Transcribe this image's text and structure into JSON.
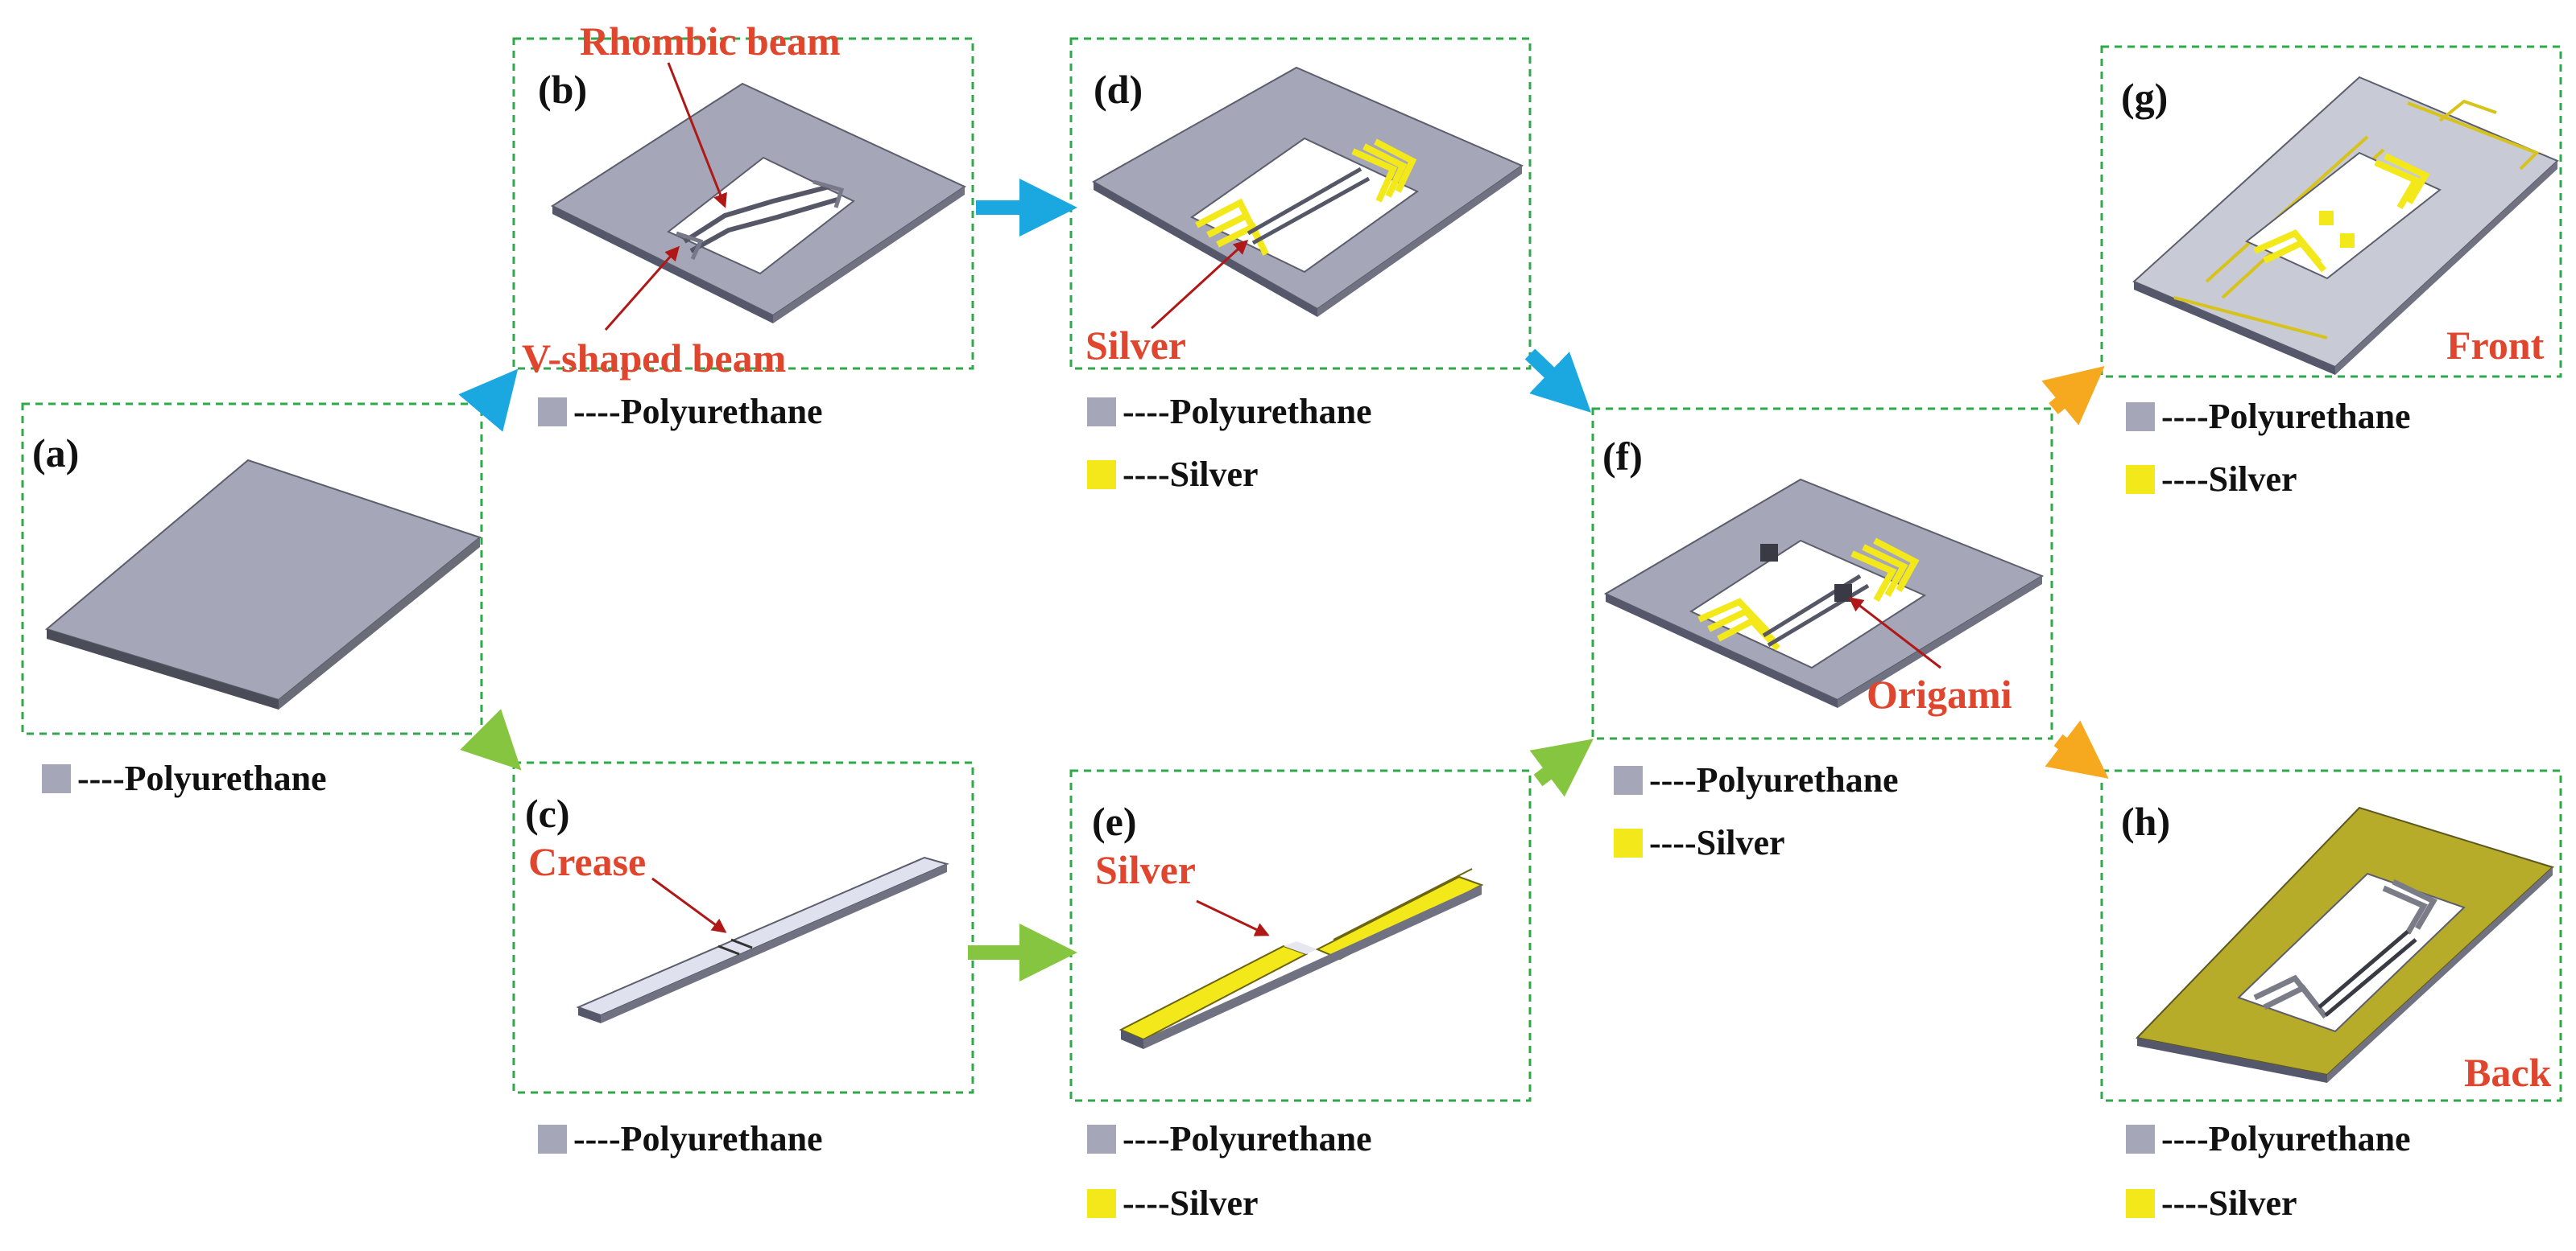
{
  "colors": {
    "polyurethane": "#a5a7b8",
    "silver": "#f3e81a",
    "annotation": "#e0452e",
    "frame": "#2fa84a",
    "arrow_blue": "#1ba8e0",
    "arrow_green": "#86c540",
    "arrow_orange": "#f6a91e"
  },
  "panels": {
    "a": {
      "label": "(a)"
    },
    "b": {
      "label": "(b)",
      "annotations": [
        "Rhombic beam",
        "V-shaped beam"
      ]
    },
    "c": {
      "label": "(c)",
      "annotations": [
        "Crease"
      ]
    },
    "d": {
      "label": "(d)",
      "annotations": [
        "Silver"
      ]
    },
    "e": {
      "label": "(e)",
      "annotations": [
        "Silver"
      ]
    },
    "f": {
      "label": "(f)",
      "annotations": [
        "Origami"
      ]
    },
    "g": {
      "label": "(g)",
      "annotations": [
        "Front"
      ]
    },
    "h": {
      "label": "(h)",
      "annotations": [
        "Back"
      ]
    }
  },
  "legend": {
    "polyurethane": "----Polyurethane",
    "silver": "----Silver"
  }
}
